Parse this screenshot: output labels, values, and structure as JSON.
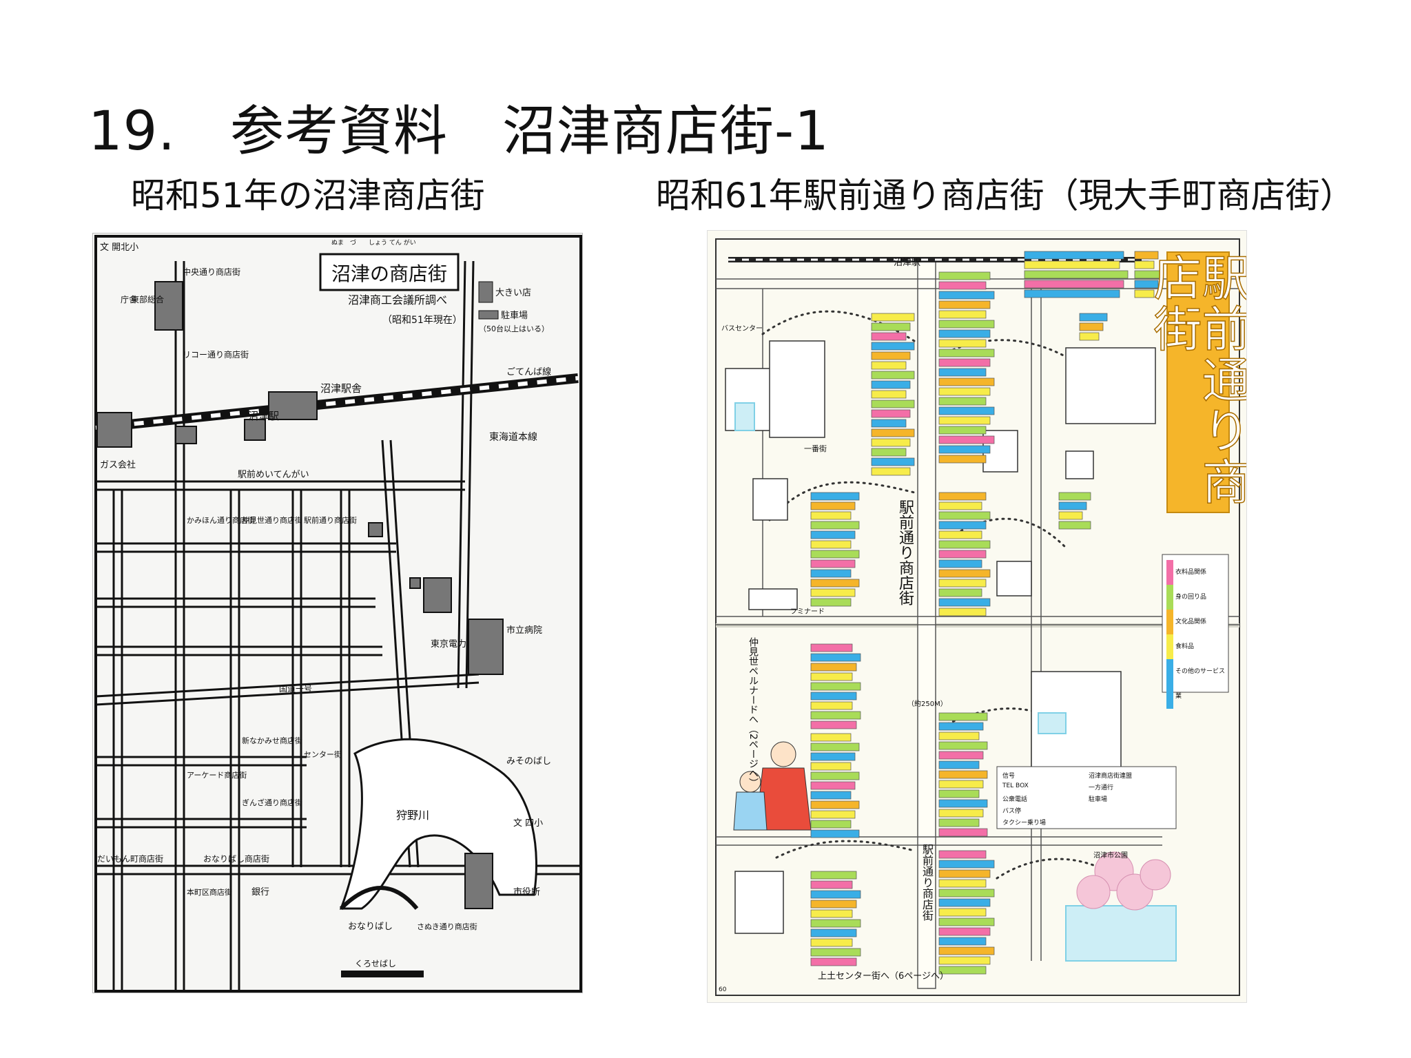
{
  "slide": {
    "title": "19.　参考資料　沼津商店街-1",
    "caption_left": "昭和51年の沼津商店街",
    "caption_right": "昭和61年駅前通り商店街（現大手町商店街）"
  },
  "map_left": {
    "title": "沼津の商店街",
    "furigana": "ぬま　づ　　しょう てん がい",
    "source": "沼津商工会議所調べ",
    "date": "（昭和51年現在）",
    "legend": [
      "大きい店",
      "駐車場",
      "（50台以上はいる）"
    ],
    "labels": {
      "school_north": "文 開北小",
      "chuo_street": "中央通り商店街",
      "east_office": "東部総合",
      "office": "庁舎",
      "ricoh_street": "リコー通り商店街",
      "numazu_station": "沼津駅",
      "station_building": "沼津駅舎",
      "gotemba_line": "ごてんば線",
      "tokaido_line": "東海道本線",
      "gas_company": "ガス会社",
      "station_meitengai": "駅前めいてんがい",
      "kamihon_street": "かみほん通り商店街",
      "nakamise_street": "仲見世通り商店街",
      "ekimae_street": "駅前通り商店街",
      "tepco": "東京電力",
      "city_hospital": "市立病院",
      "route_1": "国道一号",
      "arcade_street": "アーケード商店街",
      "shin_nakamise": "新なかみせ商店街",
      "ginza_street": "ぎんざ通り商店街",
      "center_street": "センター街",
      "misono_bridge": "みそのばし",
      "kano_river": "狩野川",
      "school_fourth": "文 四小",
      "daimon_street": "だいもん町商店街",
      "onari_street": "おなりばし商店街",
      "honmachi": "本町区商店街",
      "bank": "銀行",
      "onari_bridge": "おなりばし",
      "sanuki_street": "さぬき通り商店街",
      "kurose_bridge": "くろせばし",
      "city_hall": "市役所"
    }
  },
  "map_right": {
    "banner": "駅前通り商店街",
    "labels": {
      "street_vertical": "駅前通り商店街",
      "length": "（約250M）",
      "station": "沼津駅",
      "bus_center": "バスセンター",
      "first_street": "一番街",
      "promenade": "仲見世ペルナードへ（2ページへ）",
      "center_street": "上土センター街へ（6ページへ）",
      "yamanari": "フミナード",
      "park": "沼津市公園",
      "page_number": "60"
    },
    "legend_categories": [
      "衣料品関係",
      "身の回り品",
      "文化品関係",
      "食料品",
      "その他のサービス業"
    ],
    "legend_symbols": [
      "信号",
      "TEL BOX",
      "公衆電話",
      "バス停",
      "タクシー乗り場",
      "沼津商店街連盟",
      "一方通行",
      "駐車場"
    ],
    "colors": {
      "pink": "#f36fa7",
      "yellow": "#f7ec4a",
      "green": "#a9dc58",
      "blue": "#3aaee6",
      "orange": "#f5b52a",
      "cyan": "#5fd0e6"
    }
  }
}
